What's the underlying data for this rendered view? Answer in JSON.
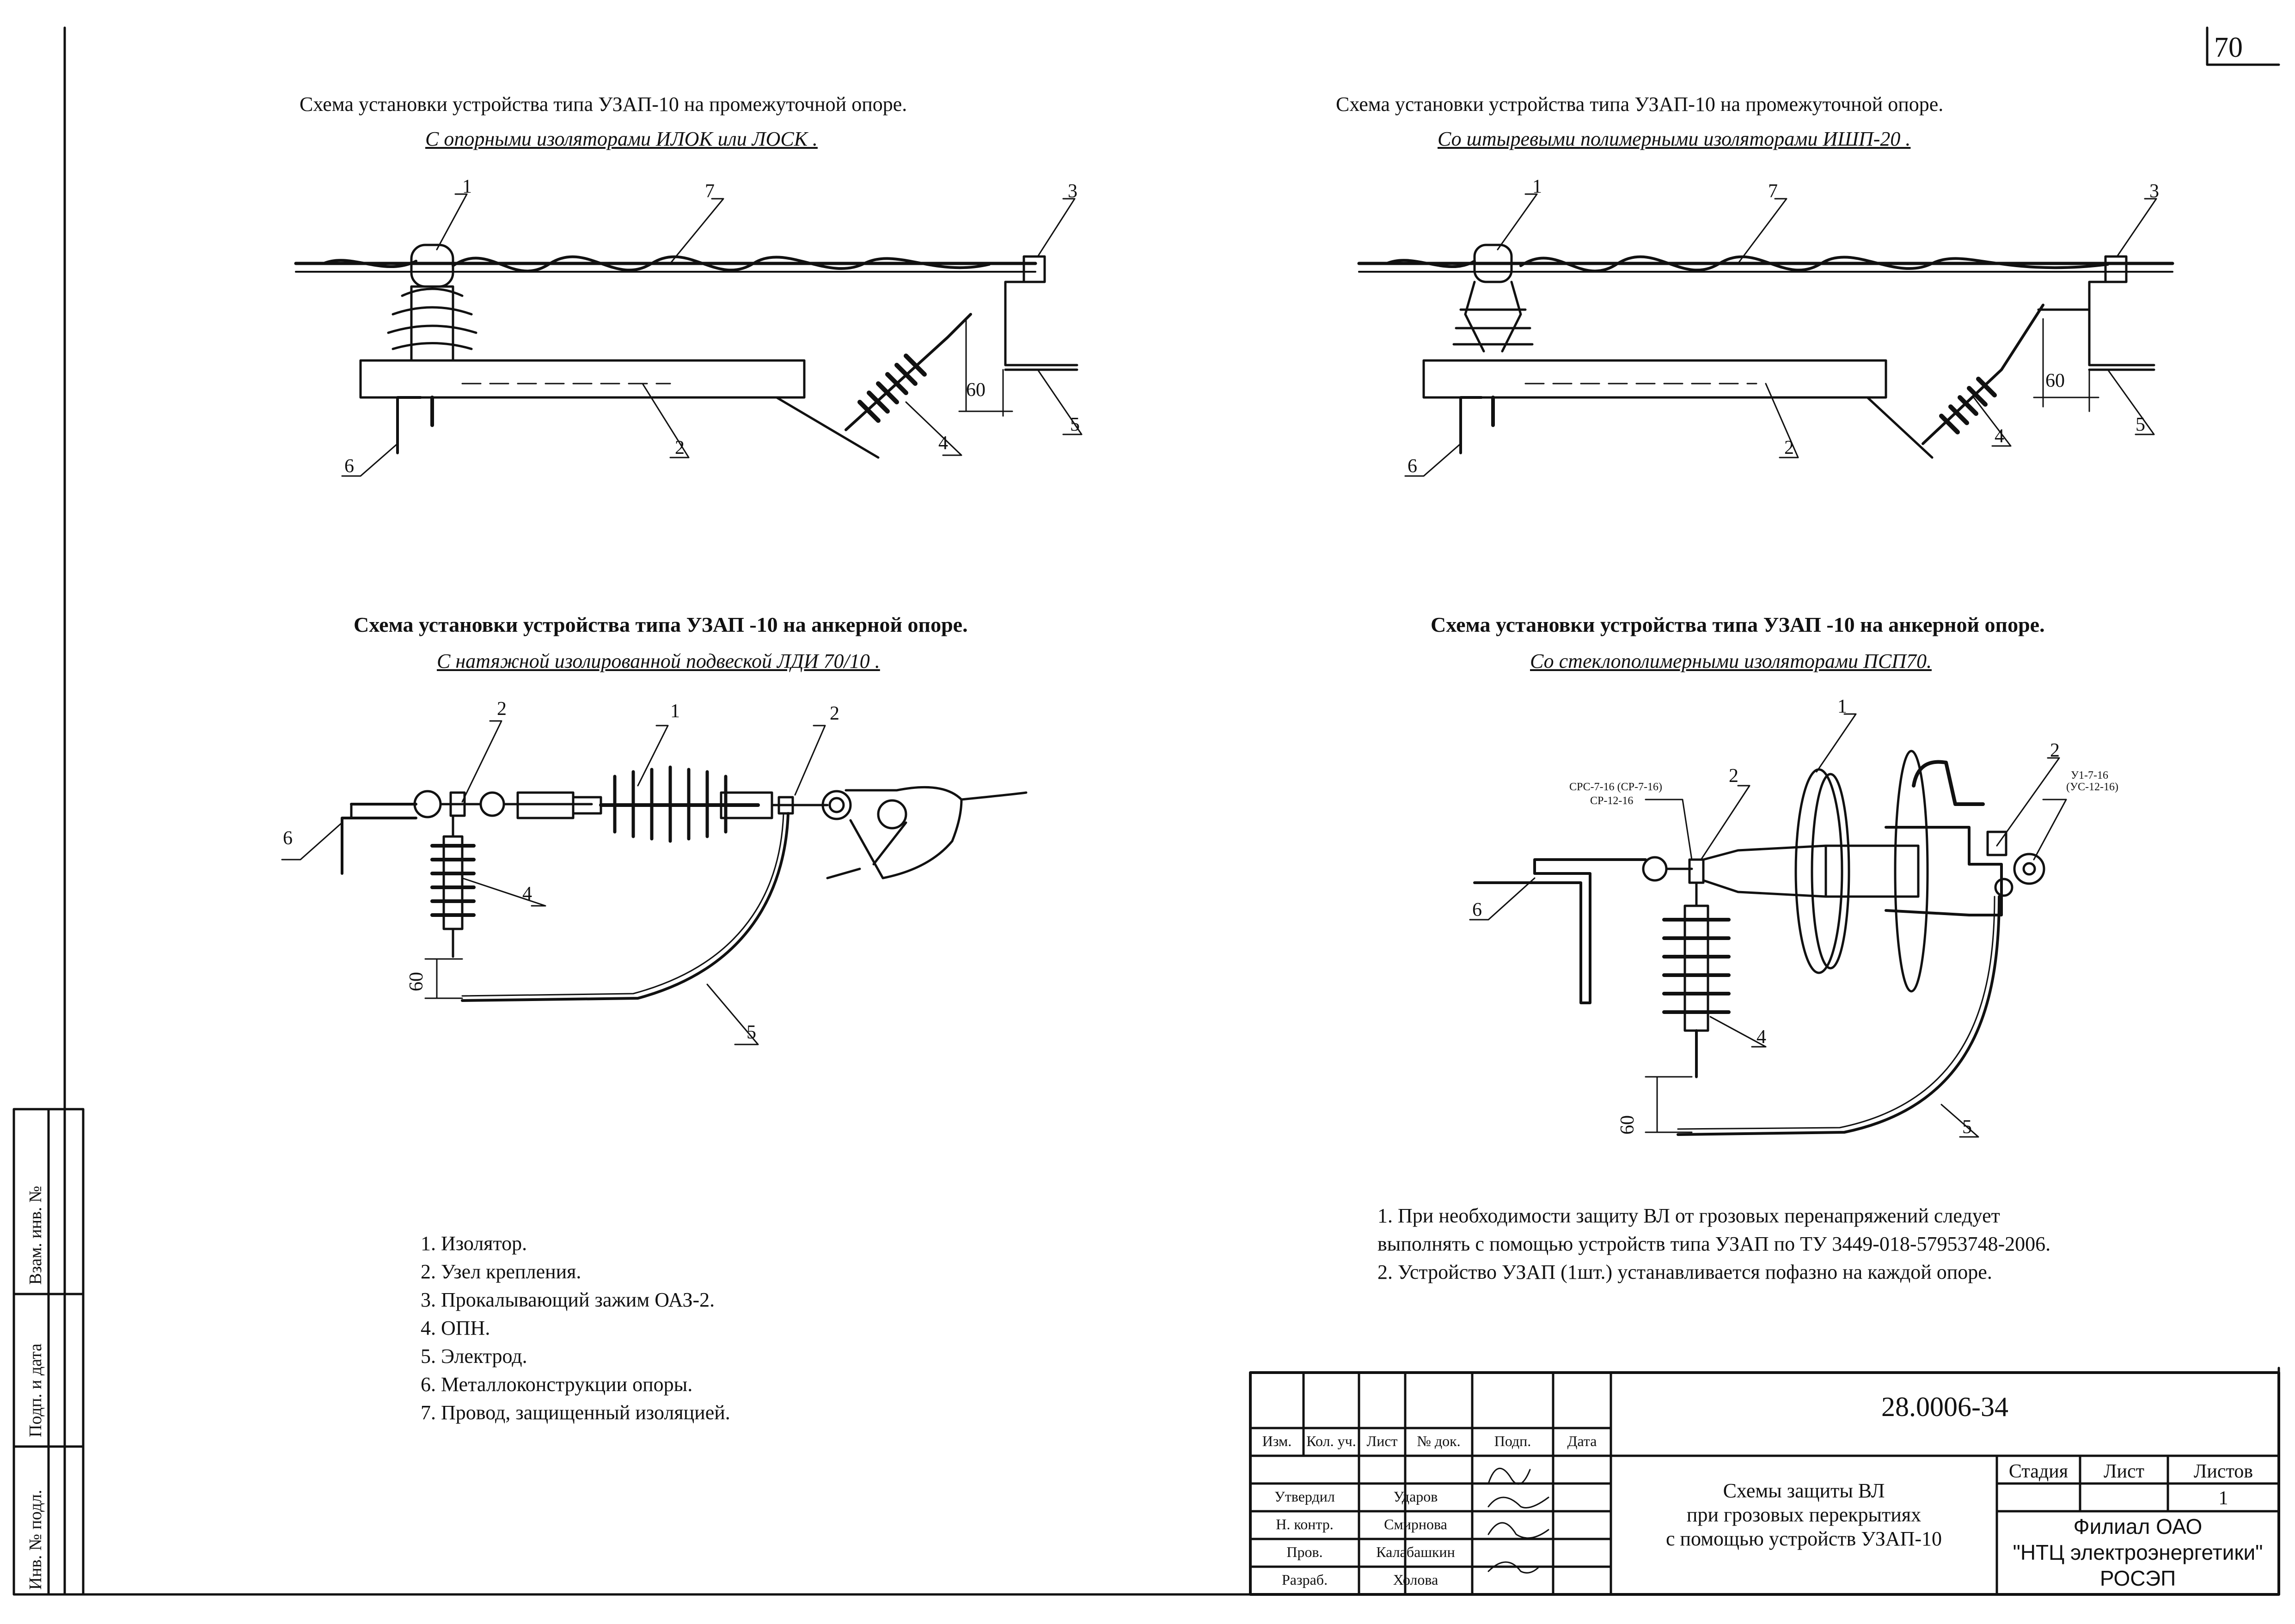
{
  "sheet_number": "70",
  "diagrams": [
    {
      "title": "Схема установки устройства типа УЗАП-10 на промежуточной опоре.",
      "subtitle": "С опорными изоляторами ИЛОК или ЛОСК ."
    },
    {
      "title": "Схема установки устройства типа УЗАП-10 на промежуточной опоре.",
      "subtitle": "Со штыревыми полимерными изоляторами ИШП-20 ."
    },
    {
      "title": "Схема установки устройства типа УЗАП -10 на анкерной опоре.",
      "subtitle": "С натяжной изолированной подвеской ЛДИ 70/10 ."
    },
    {
      "title": "Схема установки устройства типа УЗАП -10 на анкерной опоре.",
      "subtitle": "Со стеклополимерными изоляторами ПСП70."
    }
  ],
  "callouts": {
    "n1": "1",
    "n2": "2",
    "n3": "3",
    "n4": "4",
    "n5": "5",
    "n6": "6",
    "n7": "7",
    "dim60": "60"
  },
  "clamp_labels": {
    "left_top": "СРС-7-16 (СР-7-16)",
    "left_bottom": "СР-12-16",
    "right_top": "У1-7-16",
    "right_bottom": "(УС-12-16)"
  },
  "legend": [
    "1. Изолятор.",
    "2. Узел крепления.",
    "3. Прокалывающий зажим ОАЗ-2.",
    "4. ОПН.",
    "5. Электрод.",
    "6. Металлоконструкции опоры.",
    "7. Провод, защищенный изоляцией."
  ],
  "notes": [
    "1. При необходимости защиту ВЛ от грозовых перенапряжений следует",
    "выполнять с помощью устройств типа УЗАП по ТУ 3449-018-57953748-2006.",
    "2. Устройство УЗАП (1шт.) устанавливается пофазно на каждой опоре."
  ],
  "side_stamp": [
    "Взам. инв. №",
    "Подп. и дата",
    "Инв. № подл."
  ],
  "title_block": {
    "doc_code": "28.0006-34",
    "headers": [
      "Изм.",
      "Кол. уч.",
      "Лист",
      "№ док.",
      "Подп.",
      "Дата"
    ],
    "roles": [
      "Утвердил",
      "Н. контр.",
      "Пров.",
      "Разраб."
    ],
    "names": [
      "Ударов",
      "Смирнова",
      "Калабашкин",
      "Холова"
    ],
    "doc_title": [
      "Схемы защиты ВЛ",
      "при грозовых перекрытиях",
      "с помощью устройств УЗАП-10"
    ],
    "stage_label": "Стадия",
    "sheet_label": "Лист",
    "sheets_label": "Листов",
    "sheets_value": "1",
    "org": [
      "Филиал ОАО",
      "\"НТЦ электроэнергетики\"",
      "РОСЭП"
    ]
  }
}
